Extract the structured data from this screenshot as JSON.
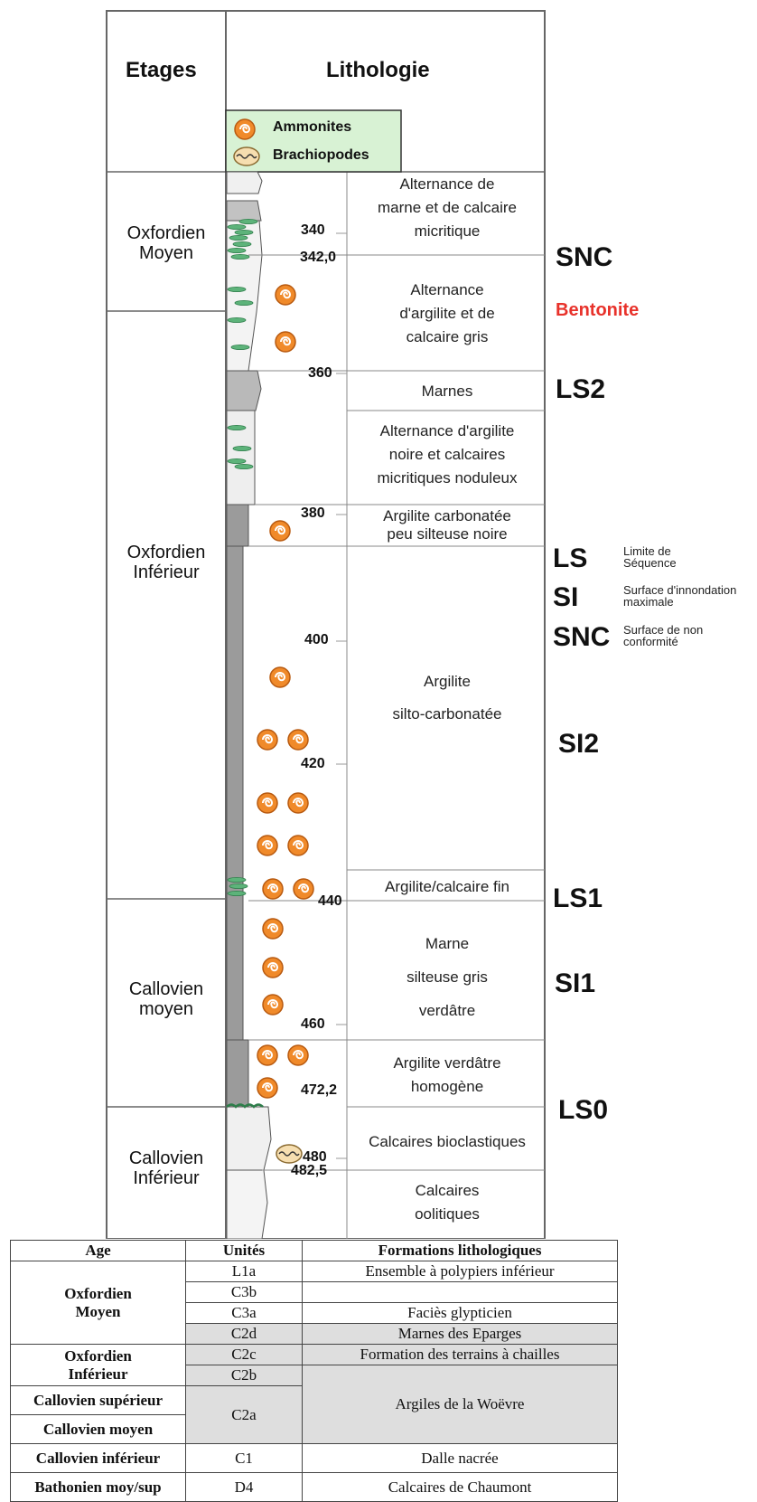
{
  "column": {
    "header_stage": "Etages",
    "header_lithology": "Lithologie",
    "legend": {
      "ammonites": "Ammonites",
      "brachiopodes": "Brachiopodes"
    },
    "stages": [
      {
        "line1": "Oxfordien",
        "line2": "Moyen"
      },
      {
        "line1": "Oxfordien",
        "line2": "Inférieur"
      },
      {
        "line1": "Callovien",
        "line2": "moyen"
      },
      {
        "line1": "Callovien",
        "line2": "Inférieur"
      }
    ],
    "descriptions": [
      {
        "l1": "Alternance de",
        "l2": "marne et de calcaire",
        "l3": "micritique"
      },
      {
        "l1": "Alternance",
        "l2": "d'argilite et de",
        "l3": "calcaire gris"
      },
      {
        "l1": "Marnes"
      },
      {
        "l1": "Alternance d'argilite",
        "l2": "noire et calcaires",
        "l3": "micritiques noduleux"
      },
      {
        "l1": "Argilite carbonatée",
        "l2": "peu silteuse noire"
      },
      {
        "l1": "Argilite",
        "l2": "silto-carbonatée"
      },
      {
        "l1": "Argilite/calcaire fin"
      },
      {
        "l1": "Marne",
        "l2": "silteuse gris",
        "l3": "verdâtre"
      },
      {
        "l1": "Argilite verdâtre",
        "l2": "homogène"
      },
      {
        "l1": "Calcaires bioclastiques"
      },
      {
        "l1": "Calcaires",
        "l2": "oolitiques"
      }
    ],
    "depths": [
      "340",
      "342,0",
      "360",
      "380",
      "400",
      "420",
      "440",
      "460",
      "472,2",
      "480",
      "482,5"
    ],
    "sequences": [
      "SNC",
      "Bentonite",
      "LS2",
      "LS",
      "SI",
      "SNC",
      "SI2",
      "LS1",
      "SI1",
      "LS0"
    ],
    "legend_notes": {
      "ls": [
        "Limite de",
        "Séquence"
      ],
      "si": [
        "Surface d'innondation",
        "maximale"
      ],
      "snc": [
        "Surface de non",
        "conformité"
      ]
    },
    "colors": {
      "clay_gray": "#9b9b9b",
      "marl_gray": "#c2c2c2",
      "limestone": "#f0f0f0",
      "green_lens": "#5db37a",
      "ammonite_orange": "#f08a2a",
      "legend_bg": "#d8f2d4",
      "bentonite_red": "#e8322b"
    },
    "icons": {
      "ammonite": "ammonite-icon",
      "brachiopod": "brachiopod-icon"
    }
  },
  "table": {
    "headers": [
      "Age",
      "Unités",
      "Formations lithologiques"
    ],
    "ages": [
      "Oxfordien",
      "Moyen",
      "Oxfordien",
      "Inférieur",
      "Callovien supérieur",
      "Callovien moyen",
      "Callovien inférieur",
      "Bathonien moy/sup"
    ],
    "units": [
      "L1a",
      "C3b",
      "C3a",
      "C2d",
      "C2c",
      "C2b",
      "C2a",
      "C1",
      "D4"
    ],
    "formations": [
      "Ensemble à polypiers inférieur",
      "",
      "Faciès glypticien",
      "Marnes des Eparges",
      "Formation des terrains à chailles",
      "Argiles de la Woëvre",
      "Dalle nacrée",
      "Calcaires de Chaumont"
    ]
  }
}
